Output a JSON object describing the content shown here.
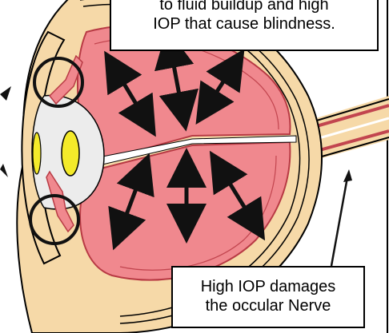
{
  "callouts": {
    "top": {
      "line1": "to fluid buildup and high",
      "line2": "IOP that cause blindness."
    },
    "bottom": {
      "line1": "High IOP damages",
      "line2": "the occular Nerve"
    }
  },
  "colors": {
    "chamber_fill": "#f0888e",
    "chamber_stroke": "#b83a44",
    "sclera_fill": "#f6d9a8",
    "sclera_stroke": "#000000",
    "lens_fill": "#ececec",
    "pupil_fill": "#f4ea2a",
    "arrow": "#111111",
    "circle_marker": "#111111"
  }
}
